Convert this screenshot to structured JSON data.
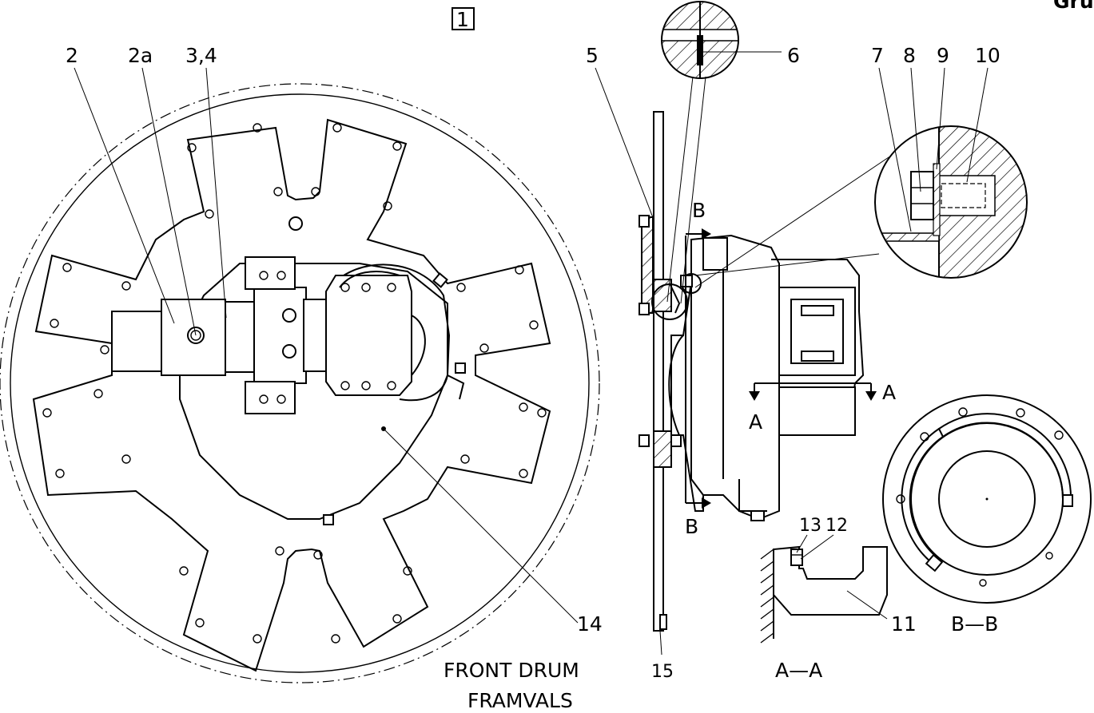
{
  "header": {
    "corner_text": "Grupp",
    "view_box_number": "1"
  },
  "labels": {
    "l2": "2",
    "l2a": "2a",
    "l34": "3,4",
    "l5": "5",
    "l6": "6",
    "l7": "7",
    "l8": "8",
    "l9": "9",
    "l10": "10",
    "l11": "11",
    "l12": "12",
    "l13": "13",
    "l14": "14",
    "l15": "15"
  },
  "section_marks": {
    "b_top": "B",
    "b_bottom": "B",
    "a_left": "A",
    "a_right": "A"
  },
  "captions": {
    "front_drum_line1": "FRONT DRUM",
    "front_drum_line2": "FRAMVALS",
    "section_aa": "A—A",
    "section_bb": "B—B"
  }
}
